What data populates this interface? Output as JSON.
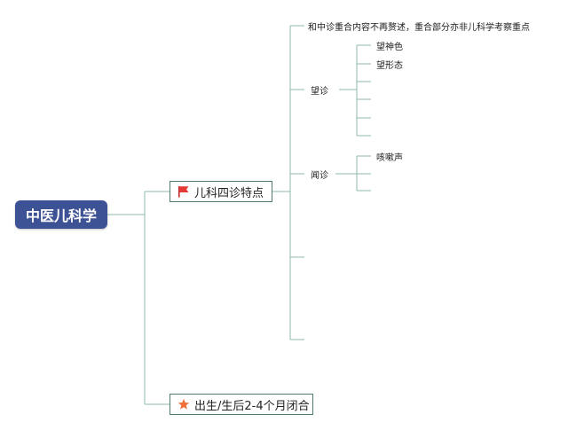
{
  "root": {
    "label": "中医儿科学"
  },
  "branches": [
    {
      "label": "儿科四诊特点",
      "icon": "red-flag-icon"
    },
    {
      "label": "出生/生后2-4个月闭合",
      "icon": "star-icon"
    }
  ],
  "sub_nodes": {
    "note": "和中诊重合内容不再赘述，重合部分亦非儿科学考察重点",
    "wang": "望诊",
    "wang_shen_se": "望神色",
    "wang_xing_tai": "望形态",
    "wen": "闻诊",
    "ke_sou_sheng": "咳嗽声"
  },
  "colors": {
    "line": "#8fb9ad",
    "root_bg": "#3d5195",
    "box_border": "#4f7a6c",
    "flag": "#e53935",
    "star": "#f2703a"
  }
}
